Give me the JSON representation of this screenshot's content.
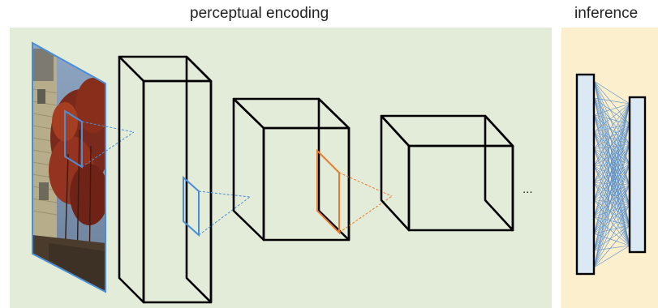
{
  "titles": {
    "encoding": "perceptual encoding",
    "inference": "inference"
  },
  "ellipsis": "...",
  "colors": {
    "encoding_panel": "#e3ecd9",
    "inference_panel": "#fcefce",
    "receptive_field_blue": "#4a8fd6",
    "receptive_field_orange": "#e87b2c",
    "network_layer_fill": "#dbe9f5",
    "connection_line": "#5b8fc9"
  },
  "image_description_icon": "photo-icon",
  "network": {
    "input_nodes": 12,
    "output_nodes": 8
  }
}
